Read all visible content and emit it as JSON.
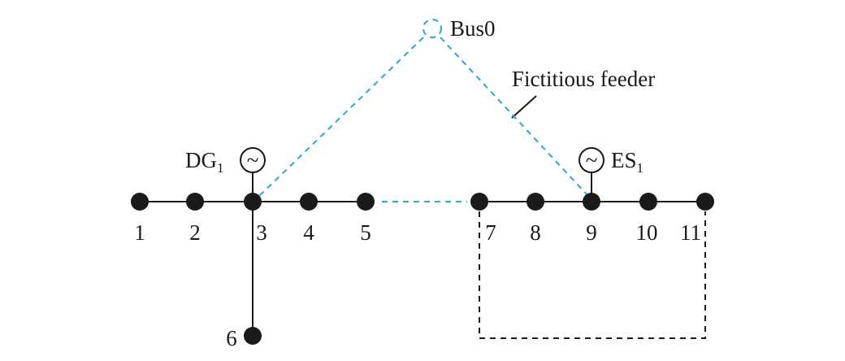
{
  "colors": {
    "line": "#1a1a1a",
    "fictitious": "#2aa7c9",
    "node": "#1a1a1a"
  },
  "labels": {
    "bus0": "Bus0",
    "fictitious_feeder": "Fictitious feeder",
    "dg": {
      "text": "DG",
      "sub": "1"
    },
    "es": {
      "text": "ES",
      "sub": "1"
    }
  },
  "nodes": [
    "1",
    "2",
    "3",
    "4",
    "5",
    "6",
    "7",
    "8",
    "9",
    "10",
    "11"
  ],
  "icons": {
    "generator": "~"
  }
}
